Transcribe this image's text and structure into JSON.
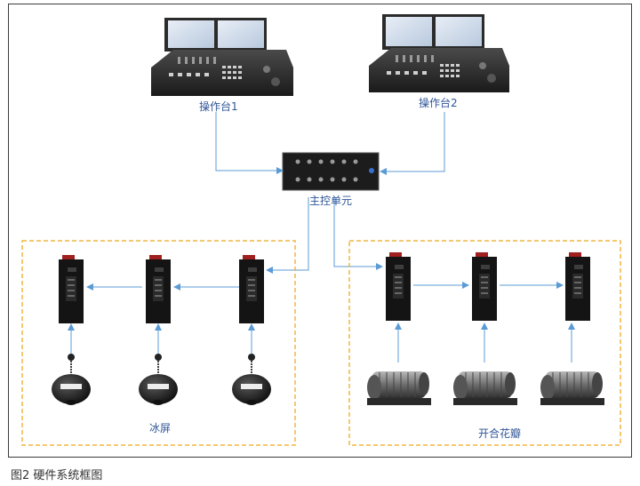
{
  "diagram": {
    "console_1_label": "操作台1",
    "console_2_label": "操作台2",
    "master_unit_label": "主控单元",
    "ice_screen_group_label": "冰屏",
    "flower_group_label": "开合花瓣",
    "caption": "图2  硬件系统框图"
  },
  "colors": {
    "line": "#5b9bd5",
    "group_border": "#f0b541",
    "label_text": "#2f5597",
    "frame": "#3a3a3a"
  }
}
